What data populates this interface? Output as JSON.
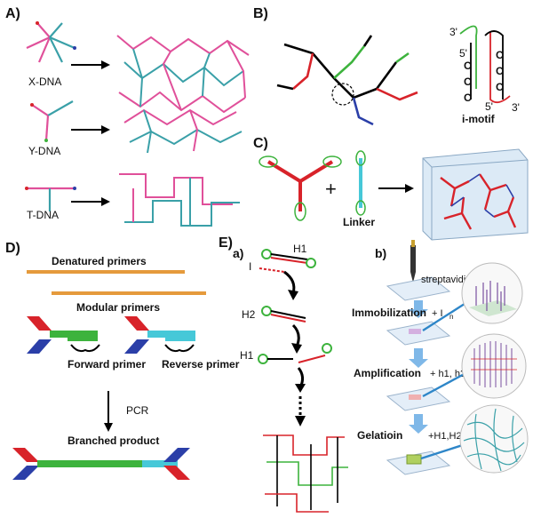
{
  "panels": {
    "A": {
      "label": "A)",
      "structures": [
        "X-DNA",
        "Y-DNA",
        "T-DNA"
      ]
    },
    "B": {
      "label": "B)",
      "imotif": {
        "title": "i-motif",
        "end3_top": "3'",
        "end5_a": "5'",
        "end5_b": "5'",
        "end3_bottom": "3'",
        "letter": "C"
      }
    },
    "C": {
      "label": "C)",
      "plus": "+",
      "linker": "Linker"
    },
    "D": {
      "label": "D)",
      "denatured": "Denatured primers",
      "modular": "Modular primers",
      "forward": "Forward primer",
      "reverse": "Reverse primer",
      "pcr": "PCR",
      "product": "Branched product"
    },
    "E": {
      "label": "E)",
      "a": {
        "label": "a)",
        "h1_top": "H1",
        "i": "I",
        "h2": "H2",
        "h1_mid": "H1"
      },
      "b": {
        "label": "b)",
        "streptavidin": "streptavidin",
        "immobilization": "Immobilization",
        "plus_in": "+ I",
        "plus_in_sub": "n",
        "amplification": "Amplification",
        "plus_h1h2i": "+ h1, h2-I",
        "gelation": "Gelatioin",
        "plus_H1H2": "+H1,H2"
      }
    }
  },
  "colors": {
    "red": "#d8232a",
    "blue": "#2b3fa8",
    "green": "#3db33d",
    "cyan": "#46c8d8",
    "pink": "#e0509a",
    "orange": "#e59a3c",
    "teal": "#3aa0a8",
    "arrow_blue": "#2e86c8"
  }
}
